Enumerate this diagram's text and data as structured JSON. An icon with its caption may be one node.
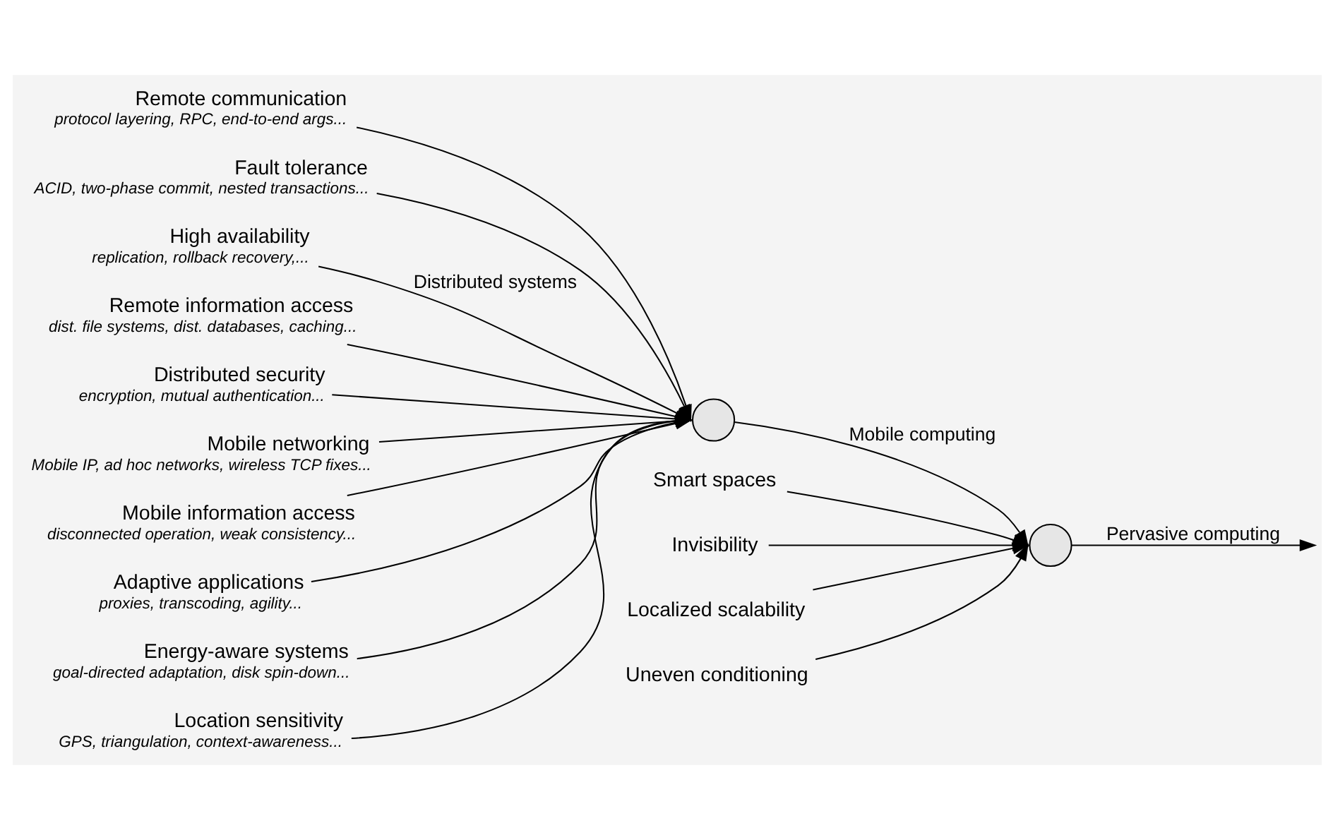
{
  "diagram": {
    "nodes": [
      {
        "text": [
          "Remote communication",
          "protocol layering, RPC, end-to-end args..."
        ]
      },
      {
        "text": [
          "Fault tolerance",
          "ACID, two-phase commit, nested transactions..."
        ]
      },
      {
        "text": [
          "High availability",
          "replication, rollback recovery,..."
        ]
      },
      {
        "text": [
          "Remote information access",
          "dist. file systems, dist. databases, caching..."
        ]
      },
      {
        "text": [
          "Distributed security",
          "encryption, mutual authentication..."
        ]
      },
      {
        "text": [],
        "shape": "circle"
      },
      {
        "text": [],
        "shape": "circle"
      },
      {
        "text": [
          "Mobile networking",
          "Mobile IP, ad hoc networks, wireless TCP fixes..."
        ]
      },
      {
        "text": [
          "Mobile information access",
          "disconnected operation, weak consistency..."
        ]
      },
      {
        "text": [
          "Adaptive applications",
          "proxies, transcoding, agility..."
        ]
      },
      {
        "text": [
          "Energy-aware systems",
          "goal-directed adaptation, disk spin-down..."
        ]
      },
      {
        "text": [
          "Location sensitivity",
          "GPS, triangulation, context-awareness..."
        ]
      },
      {
        "text": [
          "Smart spaces"
        ]
      },
      {
        "text": [
          "Invisibility"
        ]
      },
      {
        "text": [
          "Localized scalability"
        ]
      },
      {
        "text": [
          "Uneven conditioning"
        ]
      }
    ],
    "edges": [
      {
        "from": 0,
        "to": 5,
        "arrow": "to"
      },
      {
        "from": 1,
        "to": 5,
        "arrow": "to"
      },
      {
        "from": 2,
        "to": 5,
        "arrow": "to",
        "label": "Distributed systems"
      },
      {
        "from": 3,
        "to": 5,
        "arrow": "to"
      },
      {
        "from": 4,
        "to": 5,
        "arrow": "to"
      },
      {
        "from": 7,
        "to": 5,
        "arrow": "to"
      },
      {
        "from": 8,
        "to": 5,
        "arrow": "to"
      },
      {
        "from": 9,
        "to": 5,
        "arrow": "to"
      },
      {
        "from": 10,
        "to": 5,
        "arrow": "to"
      },
      {
        "from": 11,
        "to": 5,
        "arrow": "to"
      },
      {
        "from": 5,
        "to": 6,
        "arrow": "to",
        "label": "Mobile computing"
      },
      {
        "from": 12,
        "to": 6,
        "arrow": "to"
      },
      {
        "from": 13,
        "to": 6,
        "arrow": "to"
      },
      {
        "from": 14,
        "to": 6,
        "arrow": "to"
      },
      {
        "from": 15,
        "to": 6,
        "arrow": "to"
      },
      {
        "from": 6,
        "to": null,
        "arrow": "to",
        "label": "Pervasive computing"
      }
    ]
  }
}
